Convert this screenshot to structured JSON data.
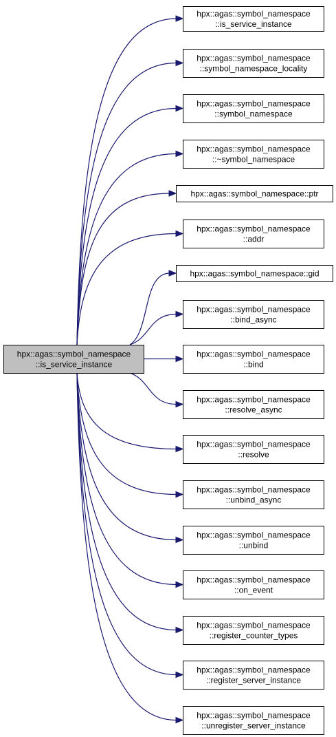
{
  "diagram": {
    "root": {
      "id": "root",
      "lines": [
        "hpx::agas::symbol_namespace",
        "::is_service_instance"
      ]
    },
    "targets": [
      {
        "id": "t1",
        "lines": [
          "hpx::agas::symbol_namespace",
          "::is_service_instance"
        ]
      },
      {
        "id": "t2",
        "lines": [
          "hpx::agas::symbol_namespace",
          "::symbol_namespace_locality"
        ]
      },
      {
        "id": "t3",
        "lines": [
          "hpx::agas::symbol_namespace",
          "::symbol_namespace"
        ]
      },
      {
        "id": "t4",
        "lines": [
          "hpx::agas::symbol_namespace",
          "::~symbol_namespace"
        ]
      },
      {
        "id": "t5",
        "lines": [
          "hpx::agas::symbol_namespace::ptr"
        ]
      },
      {
        "id": "t6",
        "lines": [
          "hpx::agas::symbol_namespace",
          "::addr"
        ]
      },
      {
        "id": "t7",
        "lines": [
          "hpx::agas::symbol_namespace::gid"
        ]
      },
      {
        "id": "t8",
        "lines": [
          "hpx::agas::symbol_namespace",
          "::bind_async"
        ]
      },
      {
        "id": "t9",
        "lines": [
          "hpx::agas::symbol_namespace",
          "::bind"
        ]
      },
      {
        "id": "t10",
        "lines": [
          "hpx::agas::symbol_namespace",
          "::resolve_async"
        ]
      },
      {
        "id": "t11",
        "lines": [
          "hpx::agas::symbol_namespace",
          "::resolve"
        ]
      },
      {
        "id": "t12",
        "lines": [
          "hpx::agas::symbol_namespace",
          "::unbind_async"
        ]
      },
      {
        "id": "t13",
        "lines": [
          "hpx::agas::symbol_namespace",
          "::unbind"
        ]
      },
      {
        "id": "t14",
        "lines": [
          "hpx::agas::symbol_namespace",
          "::on_event"
        ]
      },
      {
        "id": "t15",
        "lines": [
          "hpx::agas::symbol_namespace",
          "::register_counter_types"
        ]
      },
      {
        "id": "t16",
        "lines": [
          "hpx::agas::symbol_namespace",
          "::register_server_instance"
        ]
      },
      {
        "id": "t17",
        "lines": [
          "hpx::agas::symbol_namespace",
          "::unregister_server_instance"
        ]
      }
    ],
    "edges": [
      {
        "from": "root",
        "to": "t1"
      },
      {
        "from": "root",
        "to": "t2"
      },
      {
        "from": "root",
        "to": "t3"
      },
      {
        "from": "root",
        "to": "t4"
      },
      {
        "from": "root",
        "to": "t5"
      },
      {
        "from": "root",
        "to": "t6"
      },
      {
        "from": "root",
        "to": "t7"
      },
      {
        "from": "root",
        "to": "t8"
      },
      {
        "from": "root",
        "to": "t9"
      },
      {
        "from": "root",
        "to": "t10"
      },
      {
        "from": "root",
        "to": "t11"
      },
      {
        "from": "root",
        "to": "t12"
      },
      {
        "from": "root",
        "to": "t13"
      },
      {
        "from": "root",
        "to": "t14"
      },
      {
        "from": "root",
        "to": "t15"
      },
      {
        "from": "root",
        "to": "t16"
      },
      {
        "from": "root",
        "to": "t17"
      }
    ],
    "colors": {
      "edge": "#191970",
      "root_fill": "#bfbfbf",
      "node_fill": "#ffffff",
      "border": "#000000"
    }
  }
}
